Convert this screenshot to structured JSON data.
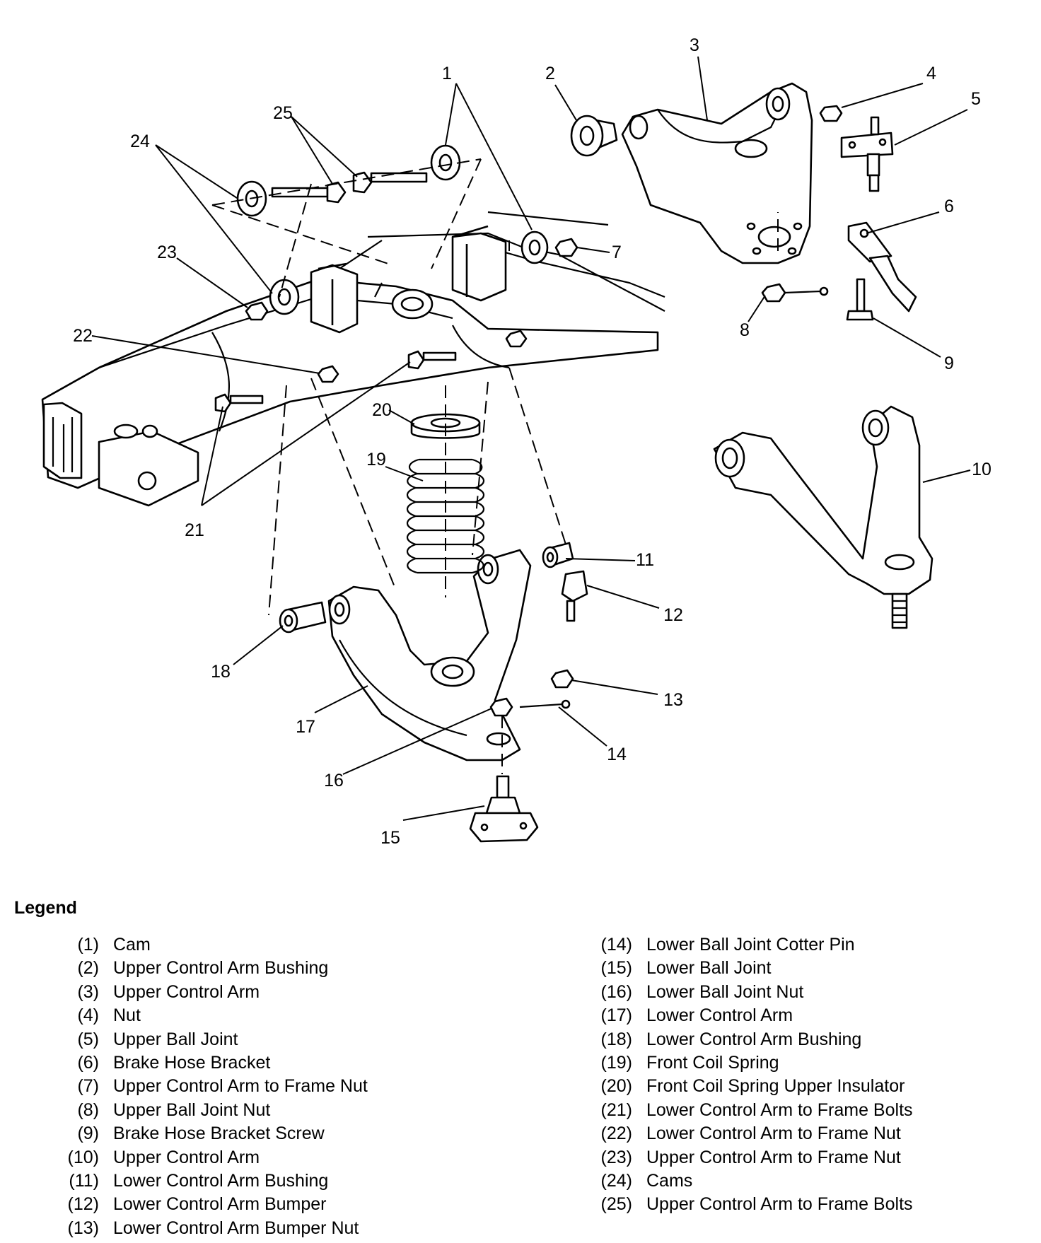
{
  "callouts": [
    "1",
    "2",
    "3",
    "4",
    "5",
    "6",
    "7",
    "8",
    "9",
    "10",
    "11",
    "12",
    "13",
    "14",
    "15",
    "16",
    "17",
    "18",
    "19",
    "20",
    "21",
    "22",
    "23",
    "24",
    "25"
  ],
  "legend": {
    "title": "Legend",
    "items": [
      {
        "num": "(1)",
        "label": "Cam"
      },
      {
        "num": "(2)",
        "label": "Upper Control Arm Bushing"
      },
      {
        "num": "(3)",
        "label": "Upper Control Arm"
      },
      {
        "num": "(4)",
        "label": "Nut"
      },
      {
        "num": "(5)",
        "label": "Upper Ball Joint"
      },
      {
        "num": "(6)",
        "label": "Brake Hose Bracket"
      },
      {
        "num": "(7)",
        "label": "Upper Control Arm to Frame Nut"
      },
      {
        "num": "(8)",
        "label": "Upper Ball Joint Nut"
      },
      {
        "num": "(9)",
        "label": "Brake Hose Bracket Screw"
      },
      {
        "num": "(10)",
        "label": "Upper Control Arm"
      },
      {
        "num": "(11)",
        "label": "Lower Control Arm Bushing"
      },
      {
        "num": "(12)",
        "label": "Lower Control Arm Bumper"
      },
      {
        "num": "(13)",
        "label": "Lower Control Arm Bumper Nut"
      },
      {
        "num": "(14)",
        "label": "Lower Ball Joint Cotter Pin"
      },
      {
        "num": "(15)",
        "label": "Lower Ball Joint"
      },
      {
        "num": "(16)",
        "label": "Lower Ball Joint Nut"
      },
      {
        "num": "(17)",
        "label": "Lower Control Arm"
      },
      {
        "num": "(18)",
        "label": "Lower Control Arm Bushing"
      },
      {
        "num": "(19)",
        "label": "Front Coil Spring"
      },
      {
        "num": "(20)",
        "label": "Front Coil Spring Upper Insulator"
      },
      {
        "num": "(21)",
        "label": "Lower Control Arm to Frame Bolts"
      },
      {
        "num": "(22)",
        "label": "Lower Control Arm to Frame Nut"
      },
      {
        "num": "(23)",
        "label": "Upper Control Arm to Frame Nut"
      },
      {
        "num": "(24)",
        "label": "Cams"
      },
      {
        "num": "(25)",
        "label": "Upper Control Arm to Frame Bolts"
      }
    ]
  }
}
